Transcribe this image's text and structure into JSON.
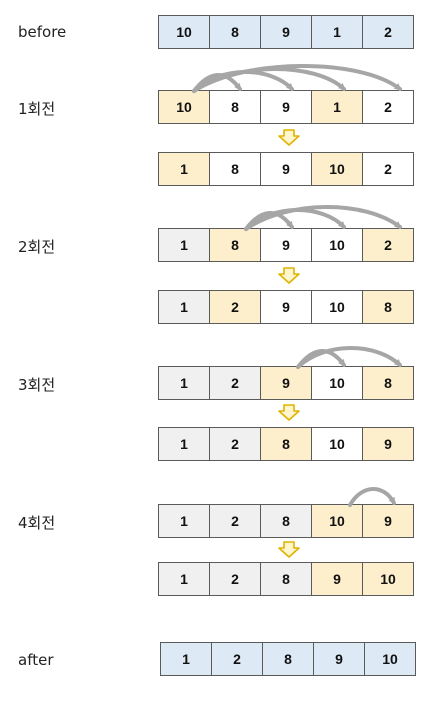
{
  "colors": {
    "blue": "#dde9f5",
    "yellow": "#fdefcc",
    "gray": "#f0f0f0",
    "white": "#ffffff",
    "down_arrow": "#e0b300",
    "swap_arc": "#a6a6a6"
  },
  "before": {
    "label": "before",
    "cells": [
      {
        "value": "10",
        "color": "blue"
      },
      {
        "value": "8",
        "color": "blue"
      },
      {
        "value": "9",
        "color": "blue"
      },
      {
        "value": "1",
        "color": "blue"
      },
      {
        "value": "2",
        "color": "blue"
      }
    ]
  },
  "passes": [
    {
      "label": "1회전",
      "before_cells": [
        {
          "value": "10",
          "color": "yellow"
        },
        {
          "value": "8",
          "color": "white"
        },
        {
          "value": "9",
          "color": "white"
        },
        {
          "value": "1",
          "color": "yellow"
        },
        {
          "value": "2",
          "color": "white"
        }
      ],
      "after_cells": [
        {
          "value": "1",
          "color": "yellow"
        },
        {
          "value": "8",
          "color": "white"
        },
        {
          "value": "9",
          "color": "white"
        },
        {
          "value": "10",
          "color": "yellow"
        },
        {
          "value": "2",
          "color": "white"
        }
      ]
    },
    {
      "label": "2회전",
      "before_cells": [
        {
          "value": "1",
          "color": "gray"
        },
        {
          "value": "8",
          "color": "yellow"
        },
        {
          "value": "9",
          "color": "white"
        },
        {
          "value": "10",
          "color": "white"
        },
        {
          "value": "2",
          "color": "yellow"
        }
      ],
      "after_cells": [
        {
          "value": "1",
          "color": "gray"
        },
        {
          "value": "2",
          "color": "yellow"
        },
        {
          "value": "9",
          "color": "white"
        },
        {
          "value": "10",
          "color": "white"
        },
        {
          "value": "8",
          "color": "yellow"
        }
      ]
    },
    {
      "label": "3회전",
      "before_cells": [
        {
          "value": "1",
          "color": "gray"
        },
        {
          "value": "2",
          "color": "gray"
        },
        {
          "value": "9",
          "color": "yellow"
        },
        {
          "value": "10",
          "color": "white"
        },
        {
          "value": "8",
          "color": "yellow"
        }
      ],
      "after_cells": [
        {
          "value": "1",
          "color": "gray"
        },
        {
          "value": "2",
          "color": "gray"
        },
        {
          "value": "8",
          "color": "yellow"
        },
        {
          "value": "10",
          "color": "white"
        },
        {
          "value": "9",
          "color": "yellow"
        }
      ]
    },
    {
      "label": "4회전",
      "before_cells": [
        {
          "value": "1",
          "color": "gray"
        },
        {
          "value": "2",
          "color": "gray"
        },
        {
          "value": "8",
          "color": "gray"
        },
        {
          "value": "10",
          "color": "yellow"
        },
        {
          "value": "9",
          "color": "yellow"
        }
      ],
      "after_cells": [
        {
          "value": "1",
          "color": "gray"
        },
        {
          "value": "2",
          "color": "gray"
        },
        {
          "value": "8",
          "color": "gray"
        },
        {
          "value": "9",
          "color": "yellow"
        },
        {
          "value": "10",
          "color": "yellow"
        }
      ]
    }
  ],
  "after": {
    "label": "after",
    "cells": [
      {
        "value": "1",
        "color": "blue"
      },
      {
        "value": "2",
        "color": "blue"
      },
      {
        "value": "8",
        "color": "blue"
      },
      {
        "value": "9",
        "color": "blue"
      },
      {
        "value": "10",
        "color": "blue"
      }
    ]
  }
}
